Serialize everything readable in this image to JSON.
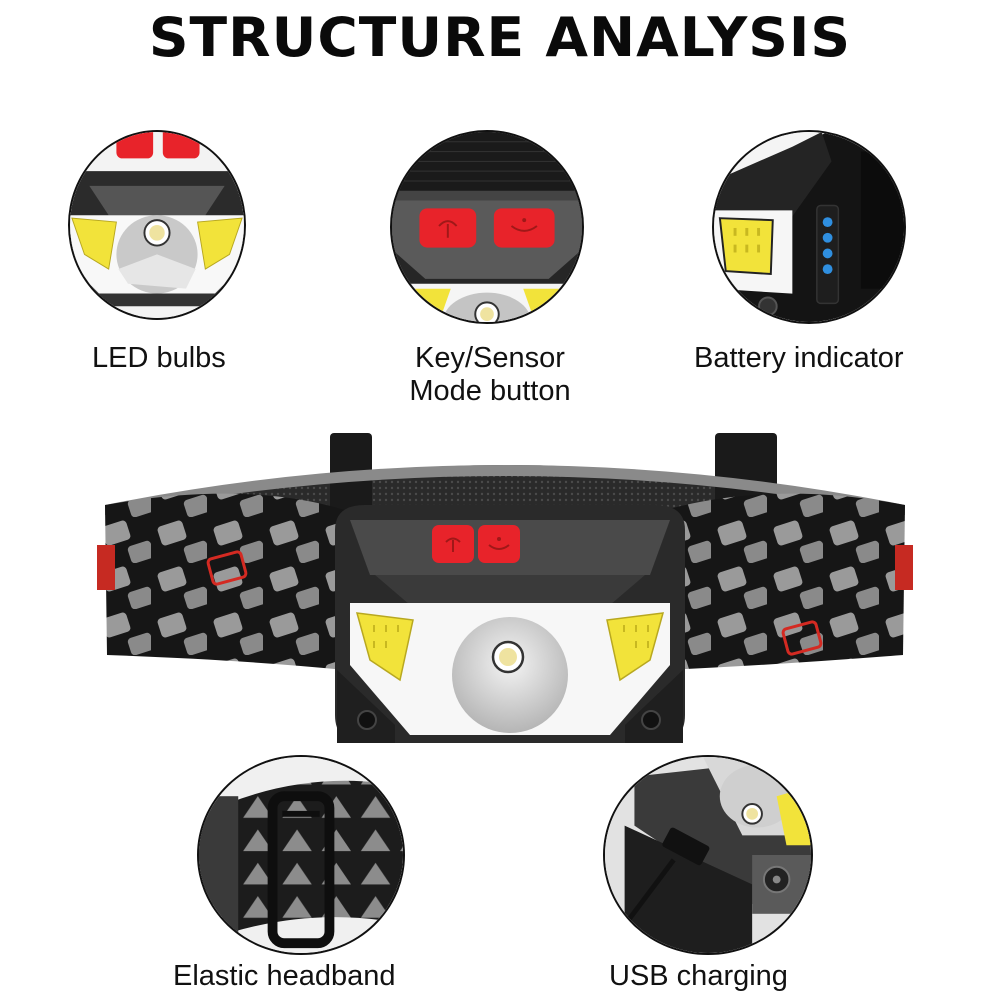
{
  "header": {
    "title": "STRUCTURE ANALYSIS"
  },
  "callouts": [
    {
      "id": "led-bulbs",
      "label": "LED bulbs",
      "icon": "led-bulbs-closeup"
    },
    {
      "id": "key-sensor",
      "label_line1": "Key/Sensor",
      "label_line2": "Mode button",
      "icon": "mode-buttons-closeup"
    },
    {
      "id": "battery-indicator",
      "label": "Battery indicator",
      "icon": "battery-indicator-closeup",
      "indicator_dots": 4
    },
    {
      "id": "elastic-headband",
      "label": "Elastic headband",
      "icon": "headband-buckle-closeup"
    },
    {
      "id": "usb-charging",
      "label": "USB charging",
      "icon": "usb-port-closeup"
    }
  ],
  "main_image": {
    "subject": "headlamp-with-elastic-headband",
    "buttons": [
      "power-button",
      "sensor-button"
    ]
  },
  "colors": {
    "title": "#0a0a0a",
    "button_red": "#e8232a",
    "cob_yellow": "#f2e33a",
    "housing_dark": "#2a2a2a",
    "housing_mid": "#4a4a4a",
    "battery_blue": "#2f8fe0",
    "band_dark": "#1c1c1c",
    "band_pattern_gray": "#9a9a9a",
    "band_pattern_red": "#d42a22"
  }
}
